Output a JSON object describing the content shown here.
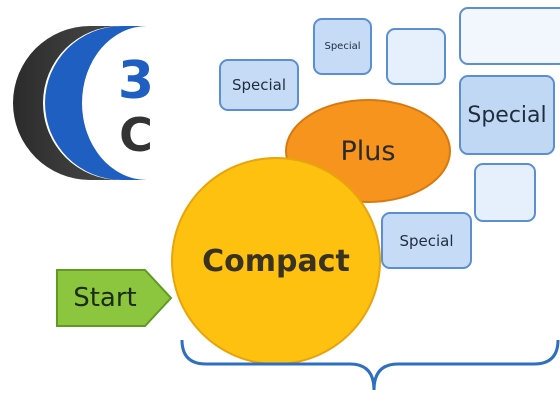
{
  "logo": {
    "number": "3",
    "letter": "C"
  },
  "boxes": {
    "special_1": "Special",
    "special_2": "Special",
    "special_3": "Special",
    "special_4": "Special"
  },
  "circles": {
    "plus": "Plus",
    "compact": "Compact"
  },
  "start": "Start",
  "colors": {
    "compact_fill": "#fec10f",
    "plus_fill": "#f6941d",
    "box_fill": "#c6dcf6",
    "box_border": "#5b8fd1",
    "start_fill": "#8cc63e",
    "brace": "#2e6fc0",
    "logo_blue": "#1f5fc1",
    "logo_dark": "#3a3a3a"
  }
}
